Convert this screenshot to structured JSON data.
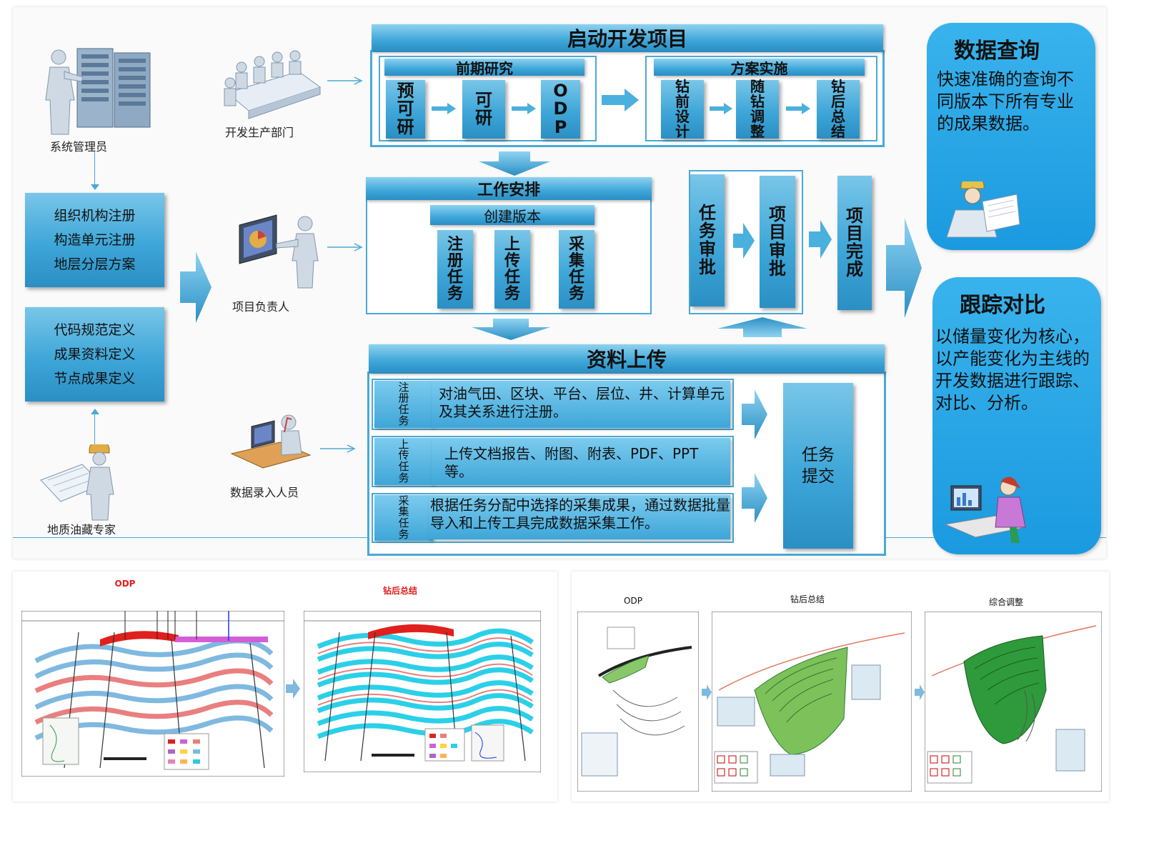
{
  "actors": {
    "admin": "系统管理员",
    "dev_dept": "开发生产部门",
    "project_lead": "项目负责人",
    "data_entry": "数据录入人员",
    "geologist": "地质油藏专家"
  },
  "left_boxes": {
    "box1": [
      "组织机构注册",
      "构造单元注册",
      "地层分层方案"
    ],
    "box2": [
      "代码规范定义",
      "成果资料定义",
      "节点成果定义"
    ]
  },
  "start_project": {
    "title": "启动开发项目",
    "early_study": {
      "title": "前期研究",
      "steps": [
        "预可研",
        "可研",
        "ODP"
      ]
    },
    "implementation": {
      "title": "方案实施",
      "steps": [
        "钻前设计",
        "随钻调整",
        "钻后总结"
      ]
    }
  },
  "work_arrangement": {
    "title": "工作安排",
    "create_version": "创建版本",
    "tasks": [
      "注册任务",
      "上传任务",
      "采集任务"
    ]
  },
  "approval": {
    "steps": [
      "任务审批",
      "项目审批",
      "项目完成"
    ]
  },
  "data_upload": {
    "title": "资料上传",
    "rows": [
      {
        "tag": "注册任务",
        "desc": "对油气田、区块、平台、层位、井、计算单元及其关系进行注册。"
      },
      {
        "tag": "上传任务",
        "desc": "上传文档报告、附图、附表、PDF、PPT等。"
      },
      {
        "tag": "采集任务",
        "desc": "根据任务分配中选择的采集成果，通过数据批量导入和上传工具完成数据采集工作。"
      }
    ],
    "submit": "任务提交"
  },
  "callouts": {
    "query": {
      "title": "数据查询",
      "body": "快速准确的查询不同版本下所有专业的成果数据。"
    },
    "tracking": {
      "title": "跟踪对比",
      "body": "以储量变化为核心，以产能变化为主线的开发数据进行跟踪、对比、分析。"
    }
  },
  "bottom_left": {
    "left_title": "ODP",
    "right_title": "钻后总结"
  },
  "bottom_right": {
    "titles": [
      "ODP",
      "钻后总结",
      "综合调整"
    ]
  },
  "colors": {
    "box_blue": "#3ea6d8",
    "callout_blue": "#1b9ae0",
    "frame_blue": "#4aa9d6",
    "title_red": "#e0201c"
  }
}
